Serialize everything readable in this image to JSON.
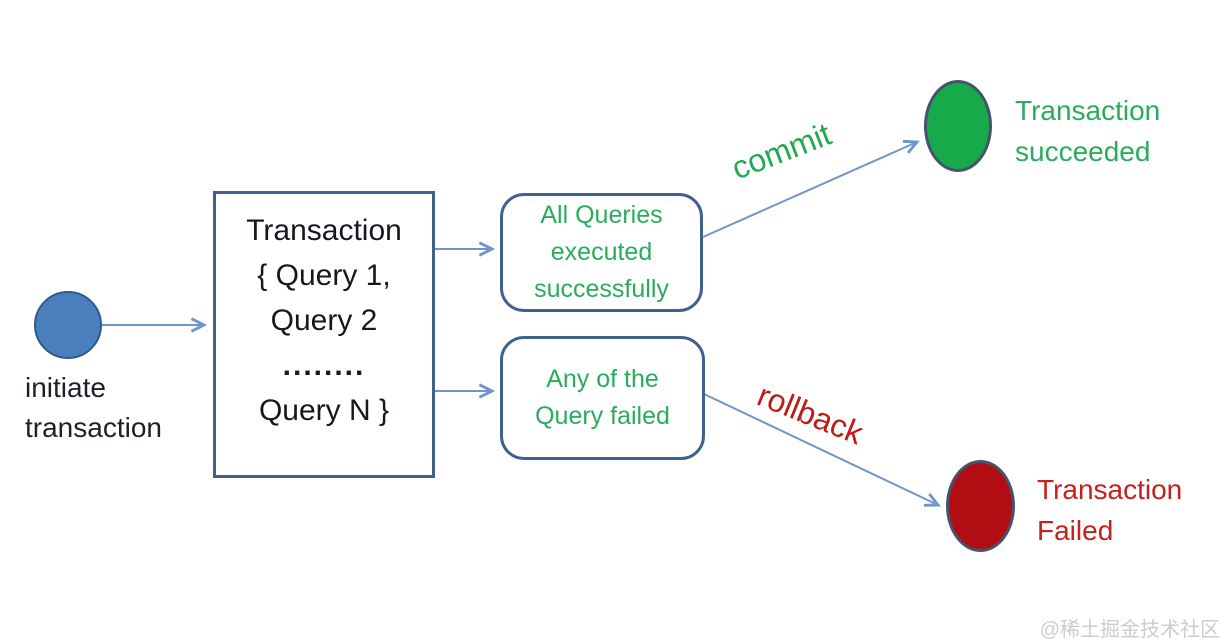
{
  "diagram": {
    "start_node": {
      "fill_color": "#4a7ebc",
      "label_lines": [
        "initiate",
        "transaction"
      ]
    },
    "transaction_box": {
      "lines": [
        "Transaction",
        "{ Query 1,",
        "Query 2",
        "........",
        "Query N }"
      ]
    },
    "success_condition_box": {
      "lines": [
        "All Queries",
        "executed",
        "successfully"
      ]
    },
    "fail_condition_box": {
      "lines": [
        "Any of the",
        "Query failed"
      ]
    },
    "commit_edge_label": "commit",
    "rollback_edge_label": "rollback",
    "success_node": {
      "fill_color": "#17a94a",
      "label_lines": [
        "Transaction",
        "succeeded"
      ]
    },
    "fail_node": {
      "fill_color": "#b10d12",
      "label_lines": [
        "Transaction",
        "Failed"
      ]
    },
    "colors": {
      "arrow": "#7096c8",
      "node_border": "#44546a",
      "box_border": "#41618d",
      "green_text": "#2bac5c",
      "red_text": "#c5201d",
      "dark_text": "#1c2128"
    }
  },
  "watermark": "@稀土掘金技术社区"
}
